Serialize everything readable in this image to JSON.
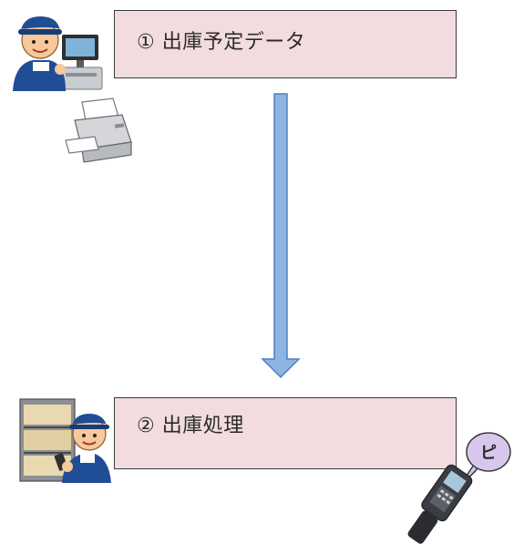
{
  "steps": [
    {
      "label": "① 出庫予定データ"
    },
    {
      "label": "② 出庫処理"
    }
  ],
  "scanner_bubble": {
    "text": "ピ"
  },
  "icons": [
    "worker-at-computer-icon",
    "printer-icon",
    "worker-at-shelves-icon",
    "barcode-scanner-icon"
  ],
  "colors": {
    "box_fill": "#f2dcdf",
    "box_border": "#3a3a3a",
    "arrow_fill": "#8eb4e3",
    "arrow_stroke": "#4f81bd",
    "bubble_fill": "#d9c6ec"
  }
}
